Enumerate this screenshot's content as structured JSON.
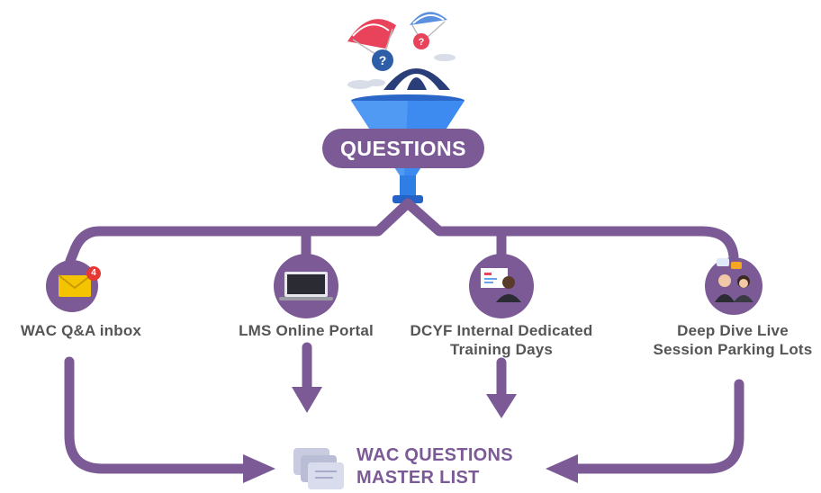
{
  "funnel_title": "QUESTIONS",
  "sources": [
    {
      "label_line1": "WAC Q&A inbox",
      "label_line2": "",
      "icon": "envelope-icon",
      "badge": "4"
    },
    {
      "label_line1": "LMS Online Portal",
      "label_line2": "",
      "icon": "laptop-icon"
    },
    {
      "label_line1": "DCYF Internal Dedicated",
      "label_line2": "Training Days",
      "icon": "presenter-icon"
    },
    {
      "label_line1": "Deep Dive Live",
      "label_line2": "Session Parking Lots",
      "icon": "people-icon"
    }
  ],
  "destination": {
    "line1": "WAC QUESTIONS",
    "line2": "MASTER LIST",
    "icon": "document-stack-icon"
  },
  "colors": {
    "accent": "#7b5a95",
    "funnel": "#2f7ee6",
    "text": "#555555",
    "parachute_red": "#e8435a",
    "parachute_blue": "#2f5ea8",
    "badge": "#e53935"
  }
}
